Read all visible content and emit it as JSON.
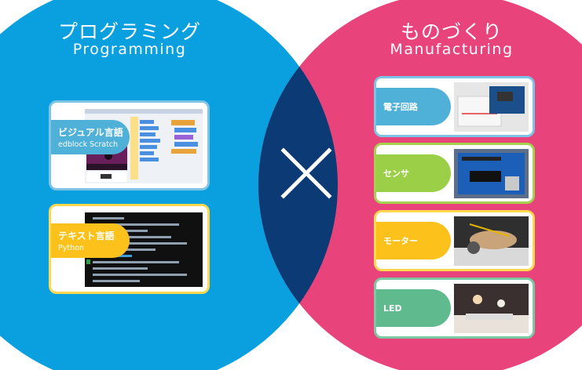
{
  "colors": {
    "programming": "#0aa0e0",
    "manufacturing": "#e8437a",
    "overlap": "#0b3a74"
  },
  "programming": {
    "title_jp": "プログラミング",
    "title_en": "Programming",
    "visual": {
      "label_jp": "ビジュアル言語",
      "label_en": "edblock Scratch"
    },
    "text": {
      "label_jp": "テキスト言語",
      "label_en": "Python"
    }
  },
  "manufacturing": {
    "title_jp": "ものづくり",
    "title_en": "Manufacturing",
    "items": [
      {
        "label": "電子回路"
      },
      {
        "label": "センサ"
      },
      {
        "label": "モーター"
      },
      {
        "label": "LED"
      }
    ]
  },
  "cross_icon": "multiply-icon"
}
